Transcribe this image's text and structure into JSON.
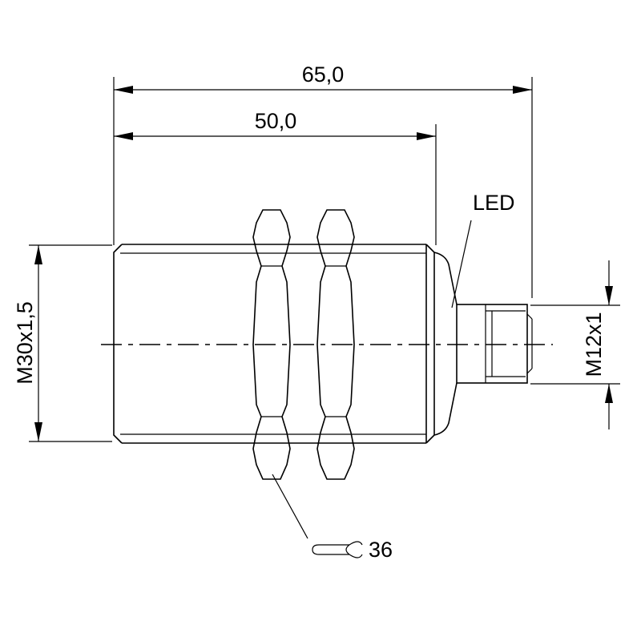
{
  "dimensions": {
    "overall_length": "65,0",
    "thread_length": "50,0",
    "housing_thread": "M30x1,5",
    "connector_thread": "M12x1"
  },
  "labels": {
    "led": "LED",
    "wrench_size": "36"
  },
  "icons": {
    "wrench": "open-end-wrench-icon"
  }
}
